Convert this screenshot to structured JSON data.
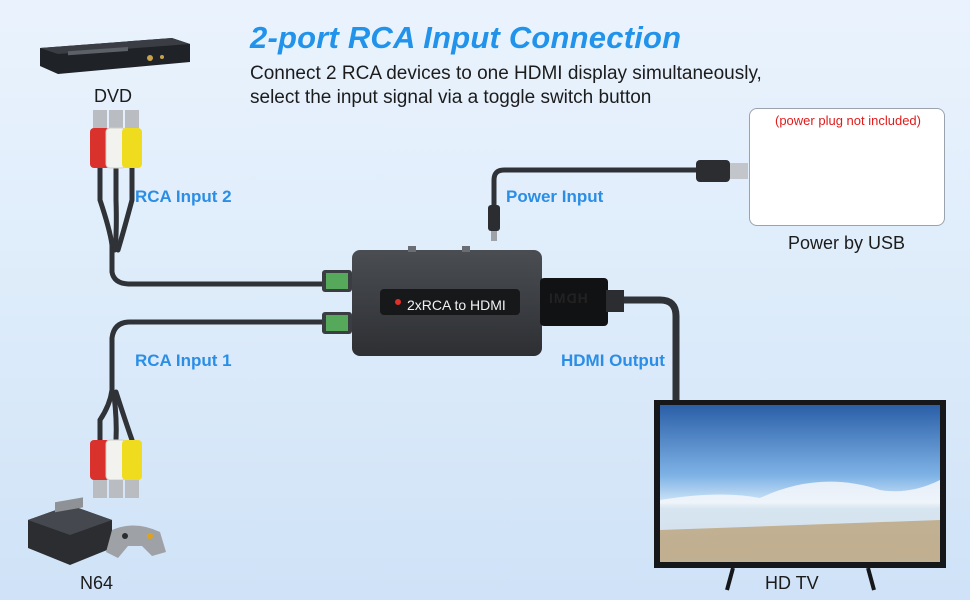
{
  "header": {
    "title": "2-port RCA Input Connection",
    "subtitle_line1": "Connect 2 RCA devices to one HDMI display simultaneously,",
    "subtitle_line2": "select the input signal via a toggle switch button"
  },
  "labels": {
    "dvd": "DVD",
    "rca_input_2": "RCA Input 2",
    "rca_input_1": "RCA Input 1",
    "power_input": "Power Input",
    "power_note": "(power plug not included)",
    "power_by_usb": "Power by USB",
    "hdmi_output": "HDMI Output",
    "hd_tv": "HD TV",
    "n64": "N64",
    "device_label": "2xRCA to HDMI",
    "hdmi_port": "HDMI"
  },
  "colors": {
    "title_blue": "#2193ea",
    "label_blue": "#2b8ee6",
    "note_red": "#e01b1b",
    "rca_red": "#d9312b",
    "rca_white": "#f2f2ee",
    "rca_yellow": "#efdc1f"
  }
}
